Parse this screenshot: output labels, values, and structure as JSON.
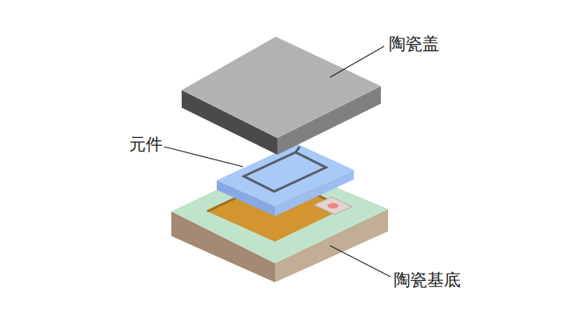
{
  "diagram": {
    "labels": [
      "陶瓷盖",
      "元件",
      "陶瓷基底"
    ]
  }
}
